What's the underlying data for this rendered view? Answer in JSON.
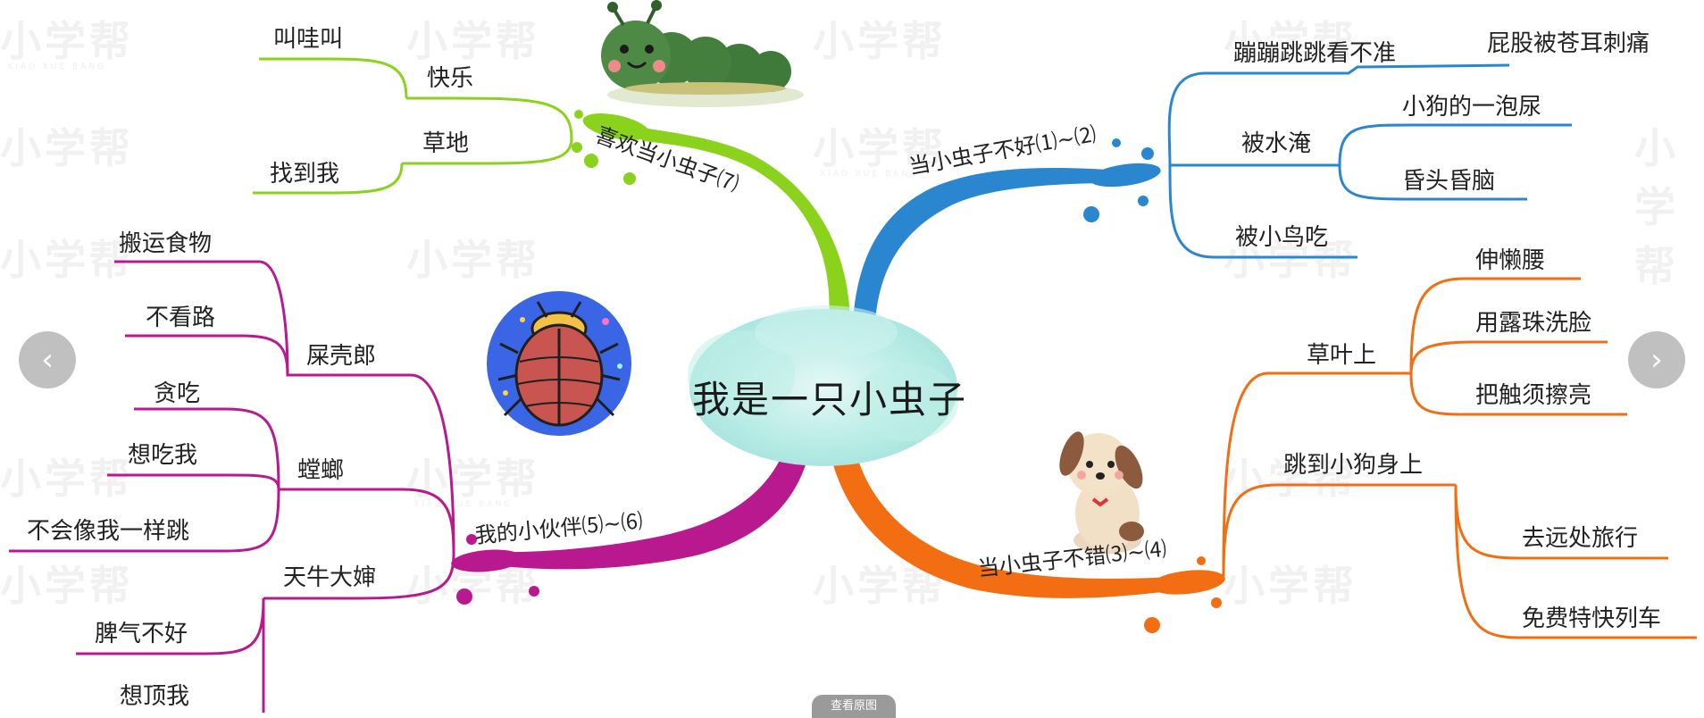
{
  "center": {
    "title": "我是一只小虫子"
  },
  "branches": [
    {
      "id": "green",
      "color": "#8bd21c",
      "label": "喜欢当小虫子⑺",
      "groups": [
        {
          "label": "快乐",
          "leaves": [
            "叫哇叫"
          ]
        },
        {
          "label": "草地",
          "leaves": [
            "找到我"
          ]
        }
      ]
    },
    {
      "id": "blue",
      "color": "#2a87cf",
      "label": "当小虫子不好⑴~⑵",
      "groups": [
        {
          "label": "蹦蹦跳跳看不准",
          "leaves": [
            "屁股被苍耳刺痛"
          ]
        },
        {
          "label": "被水淹",
          "leaves": [
            "小狗的一泡尿",
            "昏头昏脑"
          ]
        },
        {
          "label": "被小鸟吃",
          "leaves": []
        }
      ]
    },
    {
      "id": "magenta",
      "color": "#b8198f",
      "label": "我的小伙伴⑸~⑹",
      "groups": [
        {
          "label": "屎壳郎",
          "leaves": [
            "搬运食物",
            "不看路"
          ]
        },
        {
          "label": "螳螂",
          "leaves": [
            "贪吃",
            "想吃我",
            "不会像我一样跳"
          ]
        },
        {
          "label": "天牛大婶",
          "leaves": [
            "脾气不好",
            "想顶我"
          ]
        }
      ]
    },
    {
      "id": "orange",
      "color": "#f36e12",
      "label": "当小虫子不错⑶~⑷",
      "groups": [
        {
          "label": "草叶上",
          "leaves": [
            "伸懒腰",
            "用露珠洗脸",
            "把触须擦亮"
          ]
        },
        {
          "label": "跳到小狗身上",
          "leaves": [
            "去远处旅行",
            "免费特快列车"
          ]
        }
      ]
    }
  ],
  "watermark": {
    "text": "小学帮",
    "sub": "XIAO XUE BANG"
  },
  "controls": {
    "prev_icon": "chevron-left-icon",
    "next_icon": "chevron-right-icon",
    "prev": "‹",
    "next": "›",
    "view_original": "查看原图"
  }
}
